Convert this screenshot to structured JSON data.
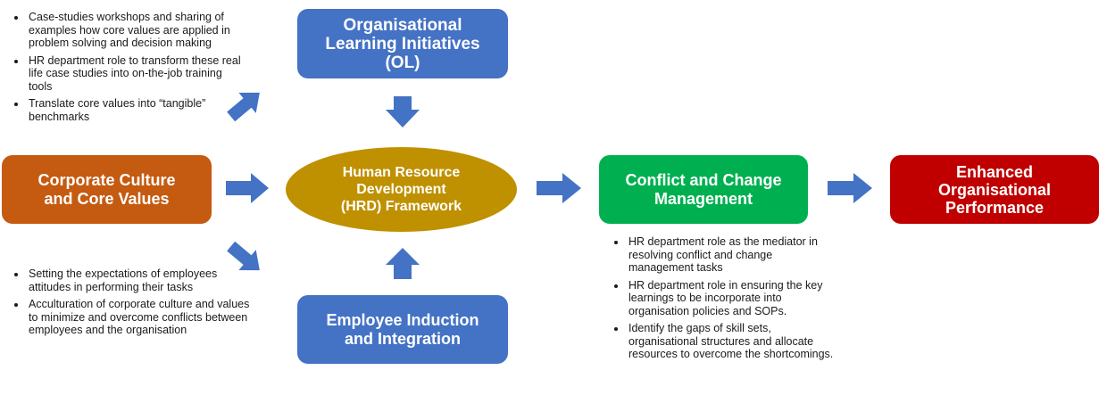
{
  "boxes": {
    "organisational_learning": "Organisational\nLearning Initiatives\n(OL)",
    "employee_induction": "Employee Induction\nand Integration",
    "corporate_culture": "Corporate Culture\nand Core Values",
    "conflict_change": "Conflict and Change\nManagement",
    "enhanced_performance": "Enhanced\nOrganisational\nPerformance"
  },
  "hrd_framework": "Human Resource\nDevelopment\n(HRD) Framework",
  "notes": {
    "organisational_learning": [
      "Case-studies workshops and sharing of examples how core values are applied in problem solving and decision making",
      "HR department role to transform these real life case studies into on-the-job training tools",
      "Translate core values into “tangible” benchmarks"
    ],
    "employee_induction": [
      "Setting the expectations of employees attitudes in performing their tasks",
      "Acculturation of corporate culture and values to minimize and overcome conflicts between employees and the organisation"
    ],
    "conflict_change": [
      "HR department role as the mediator in resolving conflict and change management tasks",
      "HR department role in ensuring the key learnings to be incorporate into organisation policies and SOPs.",
      "Identify the gaps of skill sets, organisational structures and allocate resources to overcome the shortcomings."
    ]
  },
  "colors": {
    "blue": "#4472c4",
    "orange": "#c55a11",
    "gold": "#bf9000",
    "green": "#00b050",
    "red": "#c00000"
  }
}
